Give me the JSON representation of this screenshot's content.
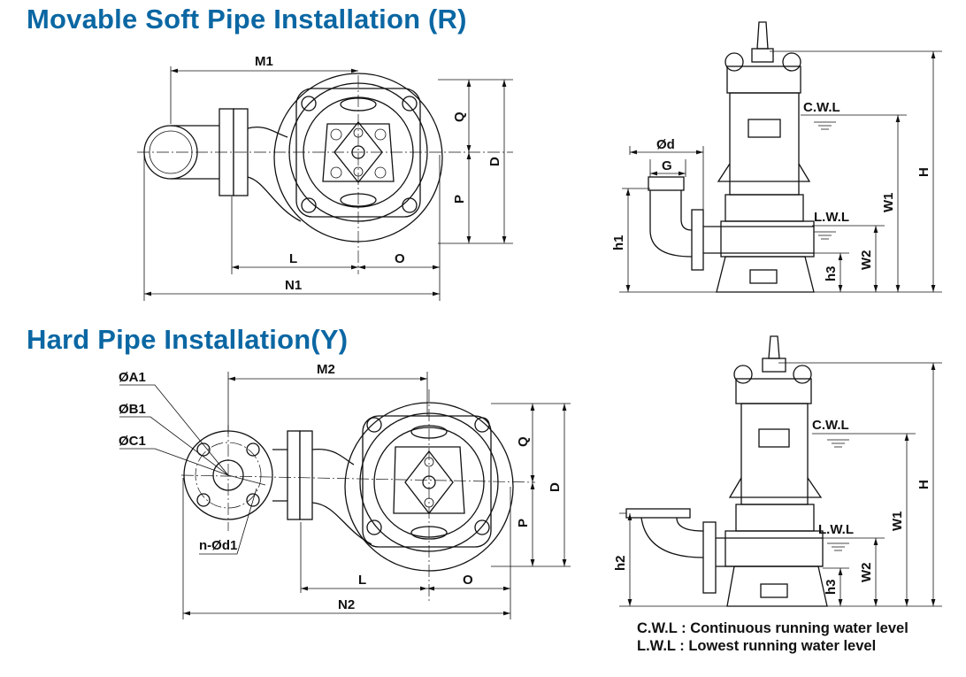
{
  "sections": [
    {
      "title": "Movable Soft Pipe Installation (R)"
    },
    {
      "title": "Hard Pipe Installation(Y)"
    }
  ],
  "plan_r": {
    "M": "M1",
    "L": "L",
    "O": "O",
    "N": "N1",
    "Q": "Q",
    "P": "P",
    "D": "D"
  },
  "side_r": {
    "d": "Ød",
    "G": "G",
    "cwl": "C.W.L",
    "lwl": "L.W.L",
    "H": "H",
    "W1": "W1",
    "W2": "W2",
    "h3": "h3",
    "h1": "h1"
  },
  "plan_y": {
    "M": "M2",
    "L": "L",
    "O": "O",
    "N": "N2",
    "Q": "Q",
    "P": "P",
    "D": "D",
    "A1": "ØA1",
    "B1": "ØB1",
    "C1": "ØC1",
    "nd1": "n-Ød1"
  },
  "side_y": {
    "cwl": "C.W.L",
    "lwl": "L.W.L",
    "H": "H",
    "W1": "W1",
    "W2": "W2",
    "h3": "h3",
    "h2": "h2"
  },
  "legend": [
    "C.W.L : Continuous running water level",
    "L.W.L :  Lowest running water level"
  ]
}
